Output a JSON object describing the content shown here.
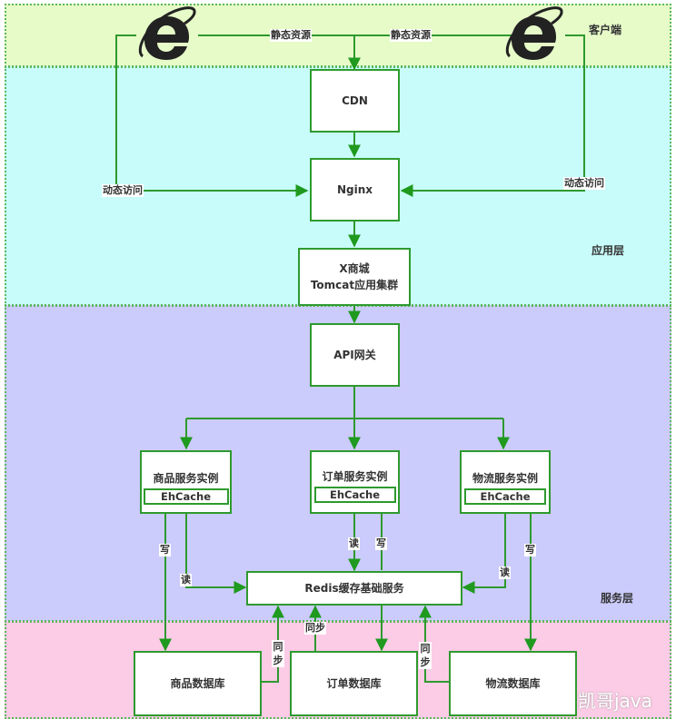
{
  "layers": {
    "client": "客户端",
    "app": "应用层",
    "service": "服务层"
  },
  "clients": [
    {
      "icon": "ie-browser-icon"
    },
    {
      "icon": "ie-browser-icon"
    }
  ],
  "nodes": {
    "cdn": "CDN",
    "nginx": "Nginx",
    "tomcat_line1": "X商城",
    "tomcat_line2": "Tomcat应用集群",
    "gateway": "API网关",
    "product_service": "商品服务实例",
    "order_service": "订单服务实例",
    "logistics_service": "物流服务实例",
    "cache": "EhCache",
    "redis": "Redis缓存基础服务",
    "product_db": "商品数据库",
    "order_db": "订单数据库",
    "logistics_db": "物流数据库"
  },
  "edge_labels": {
    "static_left": "静态资源",
    "static_right": "静态资源",
    "dynamic_left": "动态访问",
    "dynamic_right": "动态访问",
    "write": "写",
    "read": "读",
    "sync": "同步",
    "sync_v1": "同",
    "sync_v2": "步"
  },
  "watermark": "凯哥java",
  "colors": {
    "line": "#2e9a2e",
    "client_bg": "#e6fbc8",
    "app_bg": "#c8fcfa",
    "service_bg": "#cbcbfc",
    "db_bg": "#fccbe6"
  }
}
